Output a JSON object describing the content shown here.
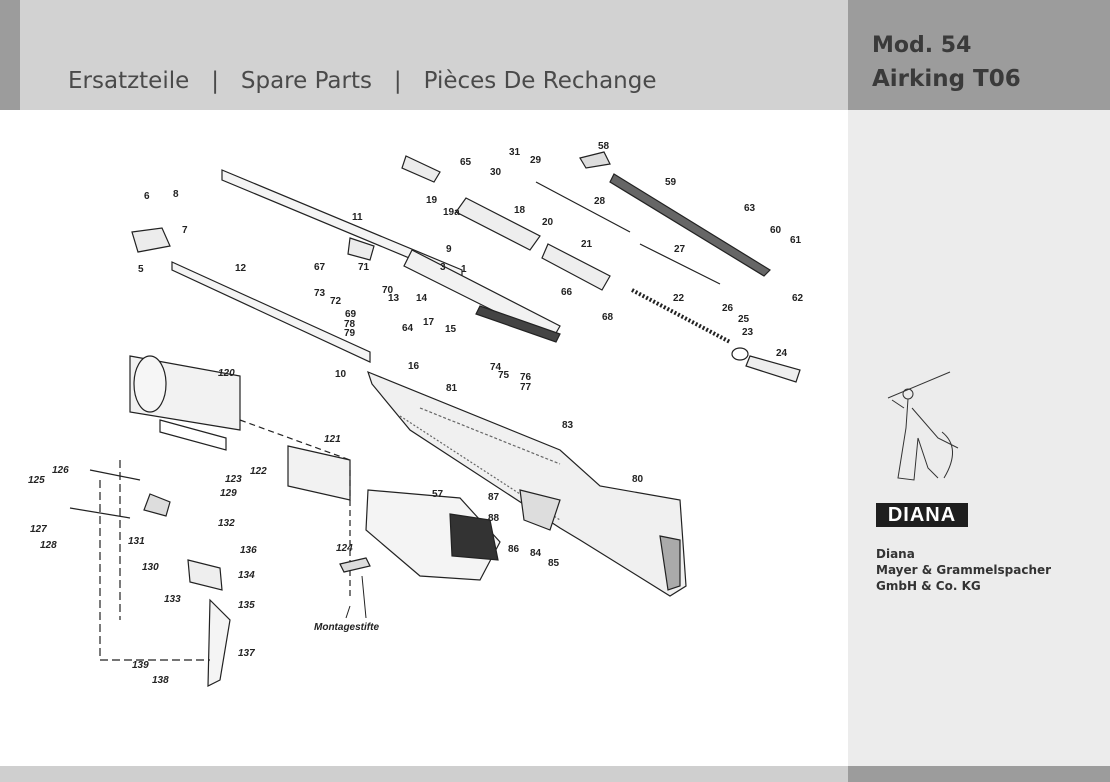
{
  "header": {
    "title": "Ersatzteile   |   Spare Parts   |   Pièces De Rechange",
    "model_line1": "Mod. 54",
    "model_line2": "Airking T06"
  },
  "brand": {
    "logo_text": "DIANA",
    "company_lines": [
      "Diana",
      "Mayer & Grammelspacher",
      "GmbH & Co. KG"
    ]
  },
  "diagram": {
    "part_labels": [
      "1",
      "3",
      "5",
      "6",
      "7",
      "8",
      "9",
      "10",
      "11",
      "12",
      "13",
      "14",
      "15",
      "16",
      "17",
      "18",
      "19",
      "19a",
      "20",
      "21",
      "22",
      "23",
      "24",
      "25",
      "26",
      "27",
      "28",
      "29",
      "30",
      "31",
      "57",
      "58",
      "59",
      "60",
      "61",
      "62",
      "63",
      "64",
      "65",
      "66",
      "67",
      "68",
      "69",
      "70",
      "71",
      "72",
      "73",
      "74",
      "75",
      "76",
      "77",
      "78",
      "79",
      "80",
      "81",
      "83",
      "84",
      "85",
      "86",
      "87",
      "88",
      "120",
      "121",
      "122",
      "123",
      "124",
      "125",
      "126",
      "127",
      "128",
      "129",
      "130",
      "131",
      "132",
      "133",
      "134",
      "135",
      "136",
      "137",
      "138",
      "139"
    ],
    "caption": "Montagestifte"
  },
  "colors": {
    "header_band": "#d2d2d2",
    "model_band": "#9c9c9c",
    "side_panel": "#ececec",
    "text": "#4a4a4a"
  }
}
